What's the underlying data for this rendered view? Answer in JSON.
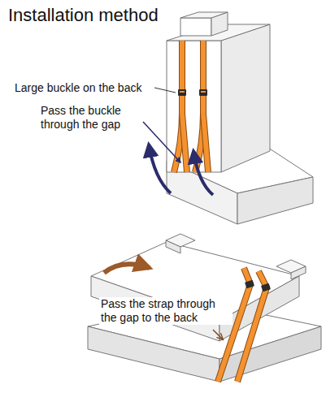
{
  "diagram": {
    "title": "Installation method",
    "labels": [
      "Large buckle on the back",
      "Pass the buckle through the gap",
      "Pass the strap through the gap to the back"
    ]
  }
}
